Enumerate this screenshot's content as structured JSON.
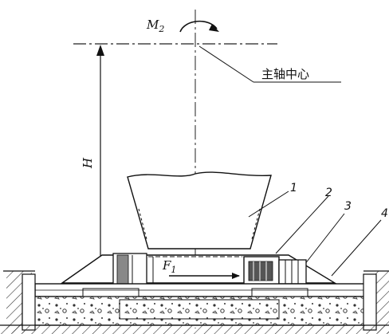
{
  "labels": {
    "moment": "M",
    "moment_sub": "2",
    "spindle_center": "主轴中心",
    "height": "H",
    "force": "F",
    "force_sub": "1",
    "part_1": "1",
    "part_2": "2",
    "part_3": "3",
    "part_4": "4"
  }
}
